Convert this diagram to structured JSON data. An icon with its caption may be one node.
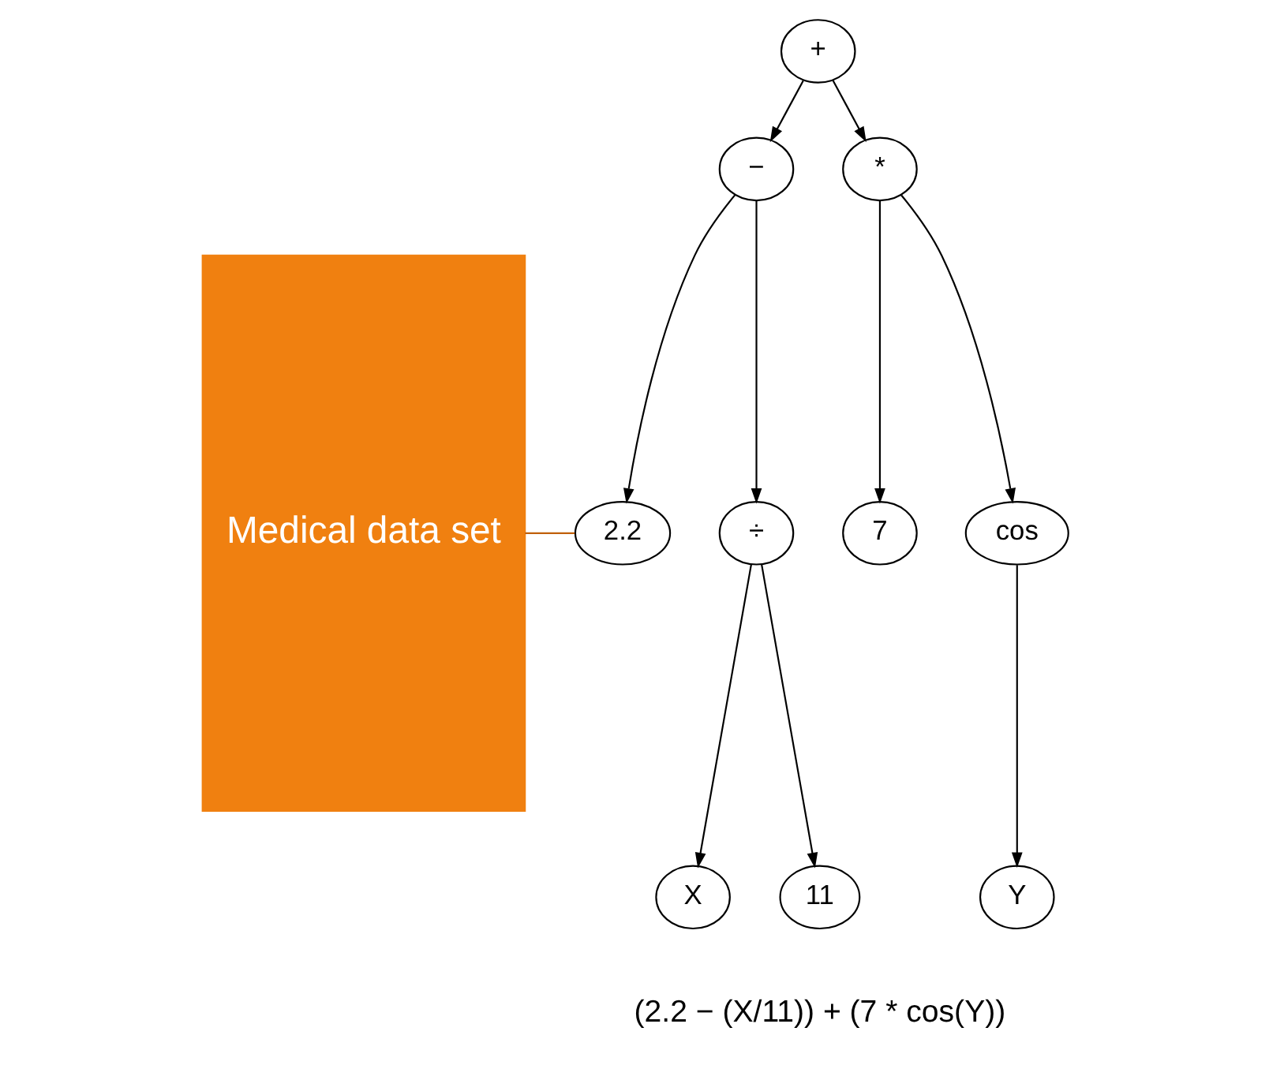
{
  "diagram": {
    "nodes": [
      {
        "text": [
          "Medical data set"
        ]
      },
      {
        "text": [
          "+"
        ]
      },
      {
        "text": [
          "−"
        ]
      },
      {
        "text": [
          "*"
        ]
      },
      {
        "text": [
          "2.2"
        ]
      },
      {
        "text": [
          "÷"
        ]
      },
      {
        "text": [
          "7"
        ]
      },
      {
        "text": [
          "cos"
        ]
      },
      {
        "text": [
          "X"
        ]
      },
      {
        "text": [
          "11"
        ]
      },
      {
        "text": [
          "Y"
        ]
      }
    ],
    "edges": [
      {
        "from": 1,
        "to": 2,
        "arrow": "to"
      },
      {
        "from": 1,
        "to": 3,
        "arrow": "to"
      },
      {
        "from": 2,
        "to": 4,
        "arrow": "to"
      },
      {
        "from": 2,
        "to": 5,
        "arrow": "to"
      },
      {
        "from": 3,
        "to": 6,
        "arrow": "to"
      },
      {
        "from": 3,
        "to": 7,
        "arrow": "to"
      },
      {
        "from": 5,
        "to": 8,
        "arrow": "to"
      },
      {
        "from": 5,
        "to": 9,
        "arrow": "to"
      },
      {
        "from": 7,
        "to": 10,
        "arrow": "to"
      },
      {
        "from": 0,
        "to": 4,
        "arrow": "none",
        "color": "#c0600a"
      }
    ],
    "labels": [
      "(2.2 − (X/11)) + (7 * cos(Y))"
    ]
  }
}
